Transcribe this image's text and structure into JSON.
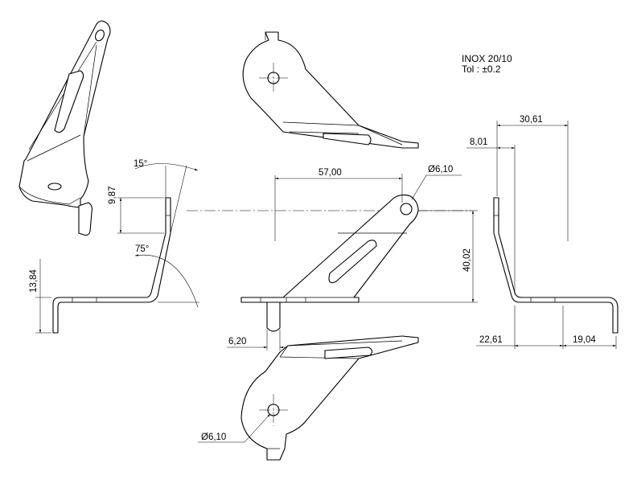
{
  "notes": {
    "material": "INOX 20/10",
    "tolerance": "Tol : ±0.2"
  },
  "dimensions": {
    "d_30_61": "30,61",
    "d_8_01": "8,01",
    "d_57_00": "57,00",
    "d_dia_top": "Ø6,10",
    "d_dia_bottom": "Ø6,10",
    "d_40_02": "40,02",
    "d_9_87": "9,87",
    "d_13_84": "13,84",
    "d_6_20": "6,20",
    "d_22_61": "22,61",
    "d_19_04": "19,04",
    "a_15": "15°",
    "a_75": "75°"
  },
  "colors": {
    "ink": "#000000",
    "paper": "#ffffff"
  }
}
